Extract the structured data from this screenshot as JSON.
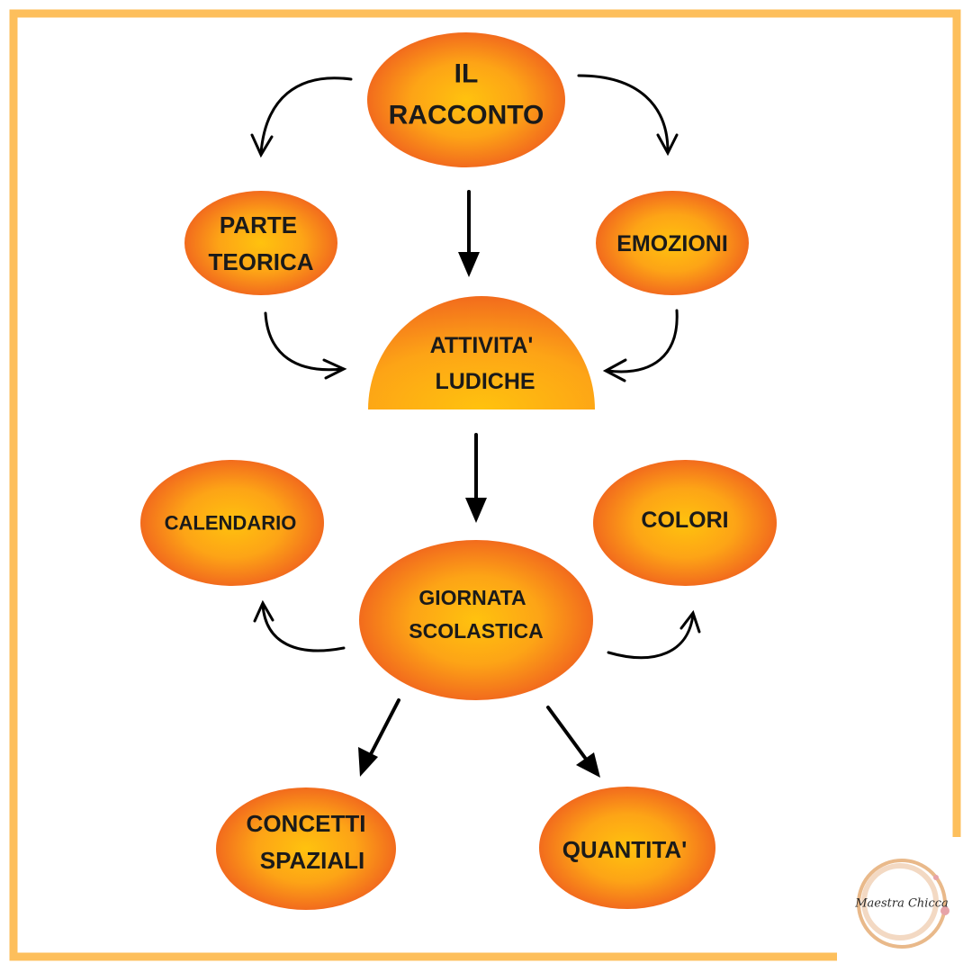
{
  "colors": {
    "frame": "#FDBF5C",
    "node_center": "#FFC20E",
    "node_edge": "#F26B1D",
    "text": "#1a1a1a",
    "arrow": "#000000",
    "logo_ring": "#E9B98A"
  },
  "nodes": {
    "racconto": [
      "IL",
      "RACCONTO"
    ],
    "parte_teorica": [
      "PARTE",
      "TEORICA"
    ],
    "emozioni": [
      "EMOZIONI"
    ],
    "attivita_ludiche": [
      "ATTIVITA'",
      "LUDICHE"
    ],
    "calendario": [
      "CALENDARIO"
    ],
    "colori": [
      "COLORI"
    ],
    "giornata_scolastica": [
      "GIORNATA",
      "SCOLASTICA"
    ],
    "concetti_spaziali": [
      "CONCETTI",
      "SPAZIALI"
    ],
    "quantita": [
      "QUANTITA'"
    ]
  },
  "edges": [
    {
      "from": "racconto",
      "to": "parte_teorica"
    },
    {
      "from": "racconto",
      "to": "emozioni"
    },
    {
      "from": "racconto",
      "to": "attivita_ludiche"
    },
    {
      "from": "parte_teorica",
      "to": "attivita_ludiche"
    },
    {
      "from": "emozioni",
      "to": "attivita_ludiche"
    },
    {
      "from": "attivita_ludiche",
      "to": "giornata_scolastica"
    },
    {
      "from": "giornata_scolastica",
      "to": "calendario"
    },
    {
      "from": "giornata_scolastica",
      "to": "colori"
    },
    {
      "from": "giornata_scolastica",
      "to": "concetti_spaziali"
    },
    {
      "from": "giornata_scolastica",
      "to": "quantita"
    }
  ],
  "logo": {
    "text": "Maestra Chicca"
  }
}
